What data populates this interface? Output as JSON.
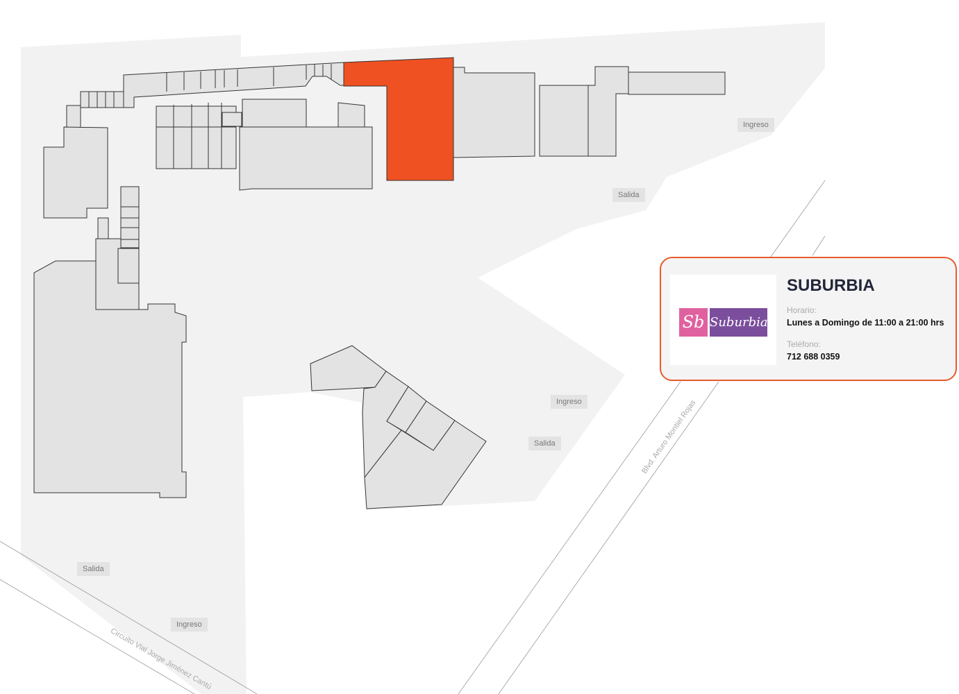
{
  "map": {
    "highlight_color": "#ef5122",
    "labels": [
      {
        "id": "ingreso-ne",
        "text": "Ingreso"
      },
      {
        "id": "salida-n",
        "text": "Salida"
      },
      {
        "id": "ingreso-e",
        "text": "Ingreso"
      },
      {
        "id": "salida-e",
        "text": "Salida"
      },
      {
        "id": "salida-sw",
        "text": "Salida"
      },
      {
        "id": "ingreso-sw",
        "text": "Ingreso"
      }
    ],
    "roads": [
      "Blvd. Arturo Montiel Rojas",
      "Circuito Vial Jorge Jiménez Cantú"
    ]
  },
  "store_card": {
    "name": "SUBURBIA",
    "logo_text": "Suburbia",
    "logo_mark": "Sb",
    "hours_label": "Horario:",
    "hours_value": "Lunes a Domingo de 11:00 a 21:00 hrs",
    "phone_label": "Teléfono:",
    "phone_value": "712 688 0359",
    "accent_color": "#e85a2c"
  }
}
